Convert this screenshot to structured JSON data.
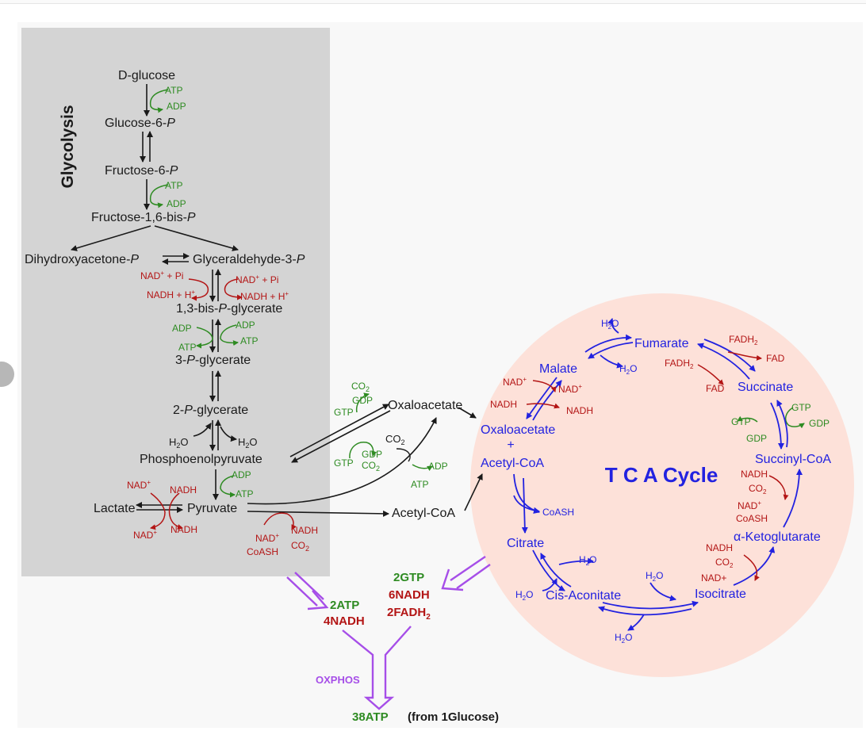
{
  "glycolysis": {
    "section_title": "Glycolysis",
    "d_glucose": "D-glucose",
    "glucose_6_p": "Glucose-6-",
    "fructose_6_p": "Fructose-6-",
    "fructose_16_bis_p": "Fructose-1,6-bis-",
    "dhap": "Dihydroxyacetone-",
    "g3p": "Glyceraldehyde-3-",
    "bpg13": [
      "1,3-bis-",
      "-glycerate"
    ],
    "pg3": [
      "3-",
      "-glycerate"
    ],
    "pg2": [
      "2-",
      "-glycerate"
    ],
    "p_italic": "P",
    "pep": "Phosphoenolpyruvate",
    "pyruvate": "Pyruvate",
    "lactate": "Lactate",
    "oxaloacetate": "Oxaloacetate",
    "acetyl_coa": "Acetyl-CoA"
  },
  "tca": {
    "title": "T C A Cycle",
    "oxaloacetate": "Oxaloacetate",
    "plus": "+",
    "acetyl_coa": "Acetyl-CoA",
    "citrate": "Citrate",
    "cis_aconitate": "Cis-Aconitate",
    "isocitrate": "Isocitrate",
    "a_ketoglutarate": "α-Ketoglutarate",
    "succinyl_coa": "Succinyl-CoA",
    "succinate": "Succinate",
    "fumarate": "Fumarate",
    "malate": "Malate"
  },
  "cofactors": {
    "atp": "ATP",
    "adp": "ADP",
    "h2o": "H",
    "h2o_sub": "2",
    "h2o_o": "O",
    "nad": "NAD",
    "nadh": "NADH",
    "nad_plus": "NAD+",
    "plus_h": "+ H",
    "plus_pi": "+ Pi",
    "sup_plus": "+",
    "co2": "CO",
    "co2_sub": "2",
    "gtp": "GTP",
    "gdp": "GDP",
    "coash": "CoASH",
    "fad": "FAD",
    "fadh": "FADH",
    "fadh_sub": "2"
  },
  "yields": {
    "glyco_atp": "2ATP",
    "glyco_nadh": "4NADH",
    "tca_gtp": "2GTP",
    "tca_nadh": "6NADH",
    "tca_fadh": "2FADH",
    "tca_fadh_sub": "2",
    "oxphos": "OXPHOS",
    "total": "38ATP",
    "total_note": "(from 1Glucose)"
  },
  "colors": {
    "black": "#1a1a1a",
    "green": "#2e8b22",
    "red": "#b31515",
    "blue": "#2222e0",
    "purple": "#a64ee8",
    "glyco_bg": "#d4d4d4",
    "tca_bg": "#fde1d9"
  }
}
